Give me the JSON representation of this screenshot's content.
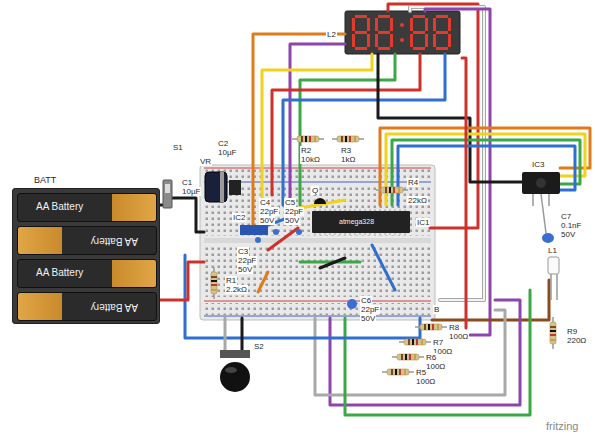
{
  "diagram": {
    "nodes": [
      {
        "text": [
          "BATT"
        ]
      },
      {
        "text": [
          "AA Battery"
        ],
        "in": 0
      },
      {
        "text": [
          "AA Battery"
        ],
        "in": 0
      },
      {
        "text": [
          "AA Battery"
        ],
        "in": 0
      },
      {
        "text": [
          "AA Battery"
        ],
        "in": 0
      }
    ],
    "labels": [
      "L2",
      "S1",
      "C2",
      "10µF",
      "VR",
      "C1",
      "10µF",
      "R2",
      "10kΩ",
      "R3",
      "1kΩ",
      "Q",
      "R4",
      "22kΩ",
      "C4",
      "22pF",
      "50V",
      "C5",
      "22pF",
      "50V",
      "IC1",
      "atmega328",
      "IC2",
      "C3",
      "22pF",
      "50V",
      "R1",
      "2.2kΩ",
      "C6",
      "22pF",
      "50V",
      "B",
      "R8",
      "100Ω",
      "R7",
      "100Ω",
      "R6",
      "100Ω",
      "R5",
      "100Ω",
      "S2",
      "IC3",
      "C7",
      "0.1nF",
      "50V",
      "L1",
      "R9",
      "220Ω",
      "fritzing"
    ]
  }
}
